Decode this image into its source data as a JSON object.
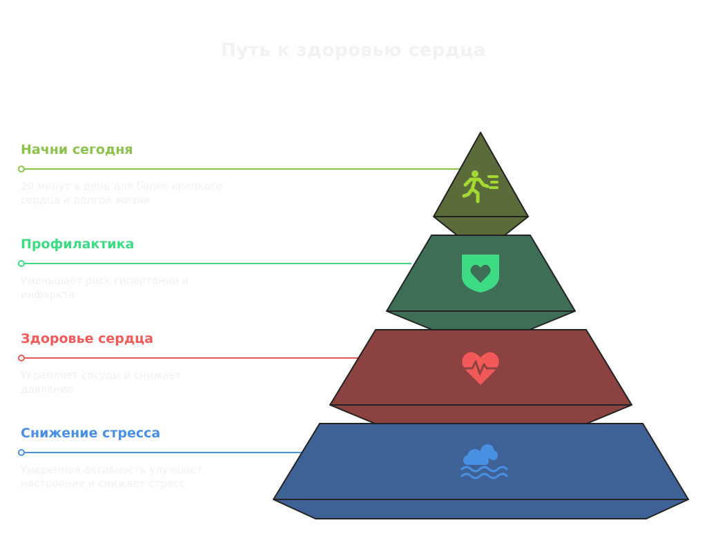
{
  "title": "Путь к здоровью сердца",
  "levels": [
    {
      "title": "Начни сегодня",
      "description": "20 минут в день для более крепкого сердца и долгой жизни",
      "icon": "running-person-icon",
      "title_color": "#8bc34a",
      "fill_color": "#5b6b3a"
    },
    {
      "title": "Профилактика",
      "description": "Уменьшает риск гипертонии и инфаркта",
      "icon": "shield-heart-icon",
      "title_color": "#3ddc84",
      "fill_color": "#3e6f56"
    },
    {
      "title": "Здоровье сердца",
      "description": "Укрепляет сосуды и снижает давление",
      "icon": "heart-pulse-icon",
      "title_color": "#f25a5a",
      "fill_color": "#8b4240"
    },
    {
      "title": "Снижение стресса",
      "description": "Умеренная активность улучшает настроение и снижает стресс",
      "icon": "cloud-water-icon",
      "title_color": "#4a90e2",
      "fill_color": "#3f6296"
    }
  ]
}
